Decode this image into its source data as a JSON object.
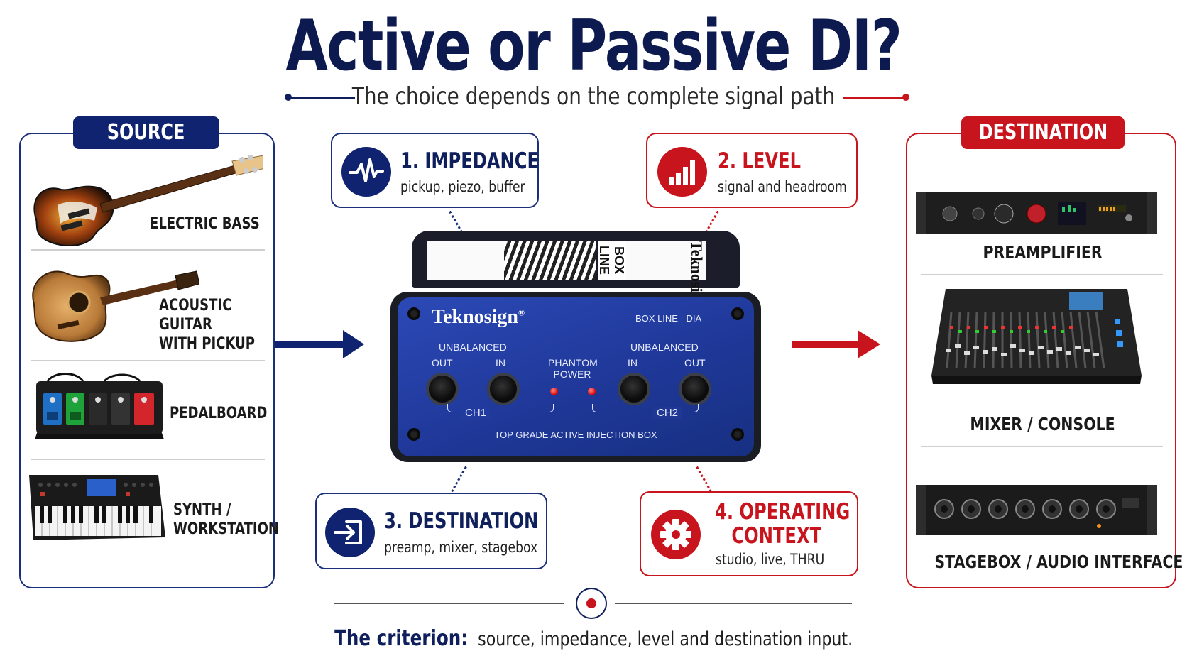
{
  "title": "Active or Passive DI?",
  "subtitle": "The choice depends on the complete signal path",
  "source": {
    "tag": "SOURCE",
    "items": [
      {
        "label_lines": [
          "ELECTRIC BASS"
        ]
      },
      {
        "label_lines": [
          "ACOUSTIC",
          "GUITAR",
          "WITH PICKUP"
        ]
      },
      {
        "label_lines": [
          "PEDALBOARD"
        ]
      },
      {
        "label_lines": [
          "SYNTH /",
          "WORKSTATION"
        ]
      }
    ]
  },
  "destination": {
    "tag": "DESTINATION",
    "items": [
      {
        "label": "PREAMPLIFIER"
      },
      {
        "label": "MIXER / CONSOLE"
      },
      {
        "label": "STAGEBOX / AUDIO INTERFACE"
      }
    ]
  },
  "factors": [
    {
      "title": "1. IMPEDANCE",
      "subtitle": "pickup, piezo, buffer",
      "icon": "waveform-icon"
    },
    {
      "title": "2. LEVEL",
      "subtitle": "signal and headroom",
      "icon": "level-bars-icon"
    },
    {
      "title": "3. DESTINATION",
      "subtitle": "preamp, mixer, stagebox",
      "icon": "input-arrow-icon"
    },
    {
      "title_lines": [
        "4. OPERATING",
        "CONTEXT"
      ],
      "subtitle": "studio, live, THRU",
      "icon": "gear-icon"
    }
  ],
  "di_box": {
    "brand": "Teknosign",
    "brand_mark": "®",
    "model": "BOX LINE - DIA",
    "top_label": "BOX LINE",
    "ch1_label": "UNBALANCED",
    "ch2_label": "UNBALANCED",
    "out": "OUT",
    "in": "IN",
    "phantom_lines": [
      "PHANTOM",
      "POWER"
    ],
    "ch1": "CH1",
    "ch2": "CH2",
    "tagline": "TOP GRADE ACTIVE INJECTION BOX"
  },
  "criterion": {
    "lead": "The criterion:",
    "text": "source, impedance, level and destination input."
  },
  "colors": {
    "navy": "#0f1f5c",
    "red": "#c8141c"
  }
}
